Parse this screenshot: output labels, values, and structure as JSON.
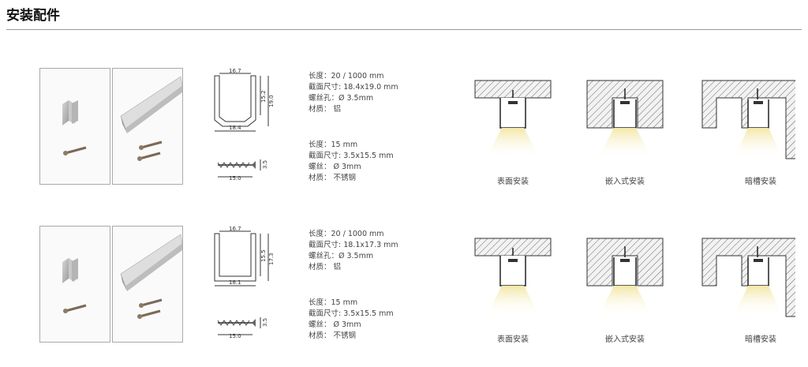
{
  "header": {
    "title": "安装配件"
  },
  "rows": [
    {
      "profile_dims": {
        "top": "16.7",
        "bottom": "18.4",
        "inner_h": "15.2",
        "outer_h": "19.0"
      },
      "screw_dims": {
        "length": "15.0",
        "head": "3.5"
      },
      "profile_spec": [
        "长度：20 / 1000 mm",
        "截面尺寸: 18.4x19.0 mm",
        "螺丝孔：Ø 3.5mm",
        "材质：  铝"
      ],
      "screw_spec": [
        "长度：15 mm",
        "截面尺寸: 3.5x15.5 mm",
        "螺丝：  Ø 3mm",
        "材质：  不锈钢"
      ],
      "install_labels": [
        "表面安装",
        "嵌入式安装",
        "暗槽安装"
      ]
    },
    {
      "profile_dims": {
        "top": "16.7",
        "bottom": "18.1",
        "inner_h": "15.5",
        "outer_h": "17.3"
      },
      "screw_dims": {
        "length": "15.0",
        "head": "3.5"
      },
      "profile_spec": [
        "长度：20 / 1000 mm",
        "截面尺寸: 18.1x17.3 mm",
        "螺丝孔：Ø 3.5mm",
        "材质：  铝"
      ],
      "screw_spec": [
        "长度：15 mm",
        "截面尺寸: 3.5x15.5 mm",
        "螺丝：  Ø 3mm",
        "材质：  不锈钢"
      ],
      "install_labels": [
        "表面安装",
        "嵌入式安装",
        "暗槽安装"
      ]
    }
  ]
}
